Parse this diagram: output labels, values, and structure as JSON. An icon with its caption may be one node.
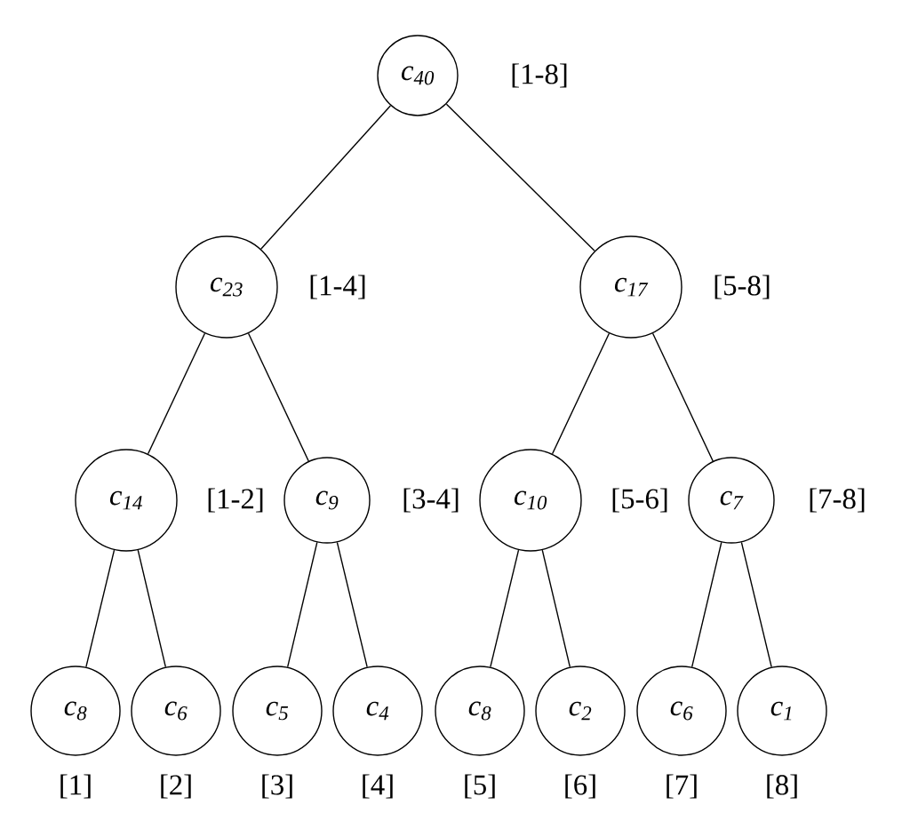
{
  "diagram": {
    "nodes": [
      {
        "text": [
          "c$_{40}$"
        ],
        "beside": [
          "[1-8]"
        ]
      },
      {
        "text": [
          "c$_{23}$"
        ],
        "beside": [
          "[1-4]"
        ]
      },
      {
        "text": [
          "c$_{17}$"
        ],
        "beside": [
          "[5-8]"
        ]
      },
      {
        "text": [
          "c$_{14}$"
        ],
        "beside": [
          "[1-2]"
        ]
      },
      {
        "text": [
          "c$_{9}$"
        ],
        "beside": [
          "[3-4]"
        ]
      },
      {
        "text": [
          "c$_{10}$"
        ],
        "beside": [
          "[5-6]"
        ]
      },
      {
        "text": [
          "c$_{7}$"
        ],
        "beside": [
          "[7-8]"
        ]
      },
      {
        "text": [
          "c$_{8}$"
        ],
        "beside": [
          "[1]"
        ]
      },
      {
        "text": [
          "c$_{6}$"
        ],
        "beside": [
          "[2]"
        ]
      },
      {
        "text": [
          "c$_{5}$"
        ],
        "beside": [
          "[3]"
        ]
      },
      {
        "text": [
          "c$_{4}$"
        ],
        "beside": [
          "[4]"
        ]
      },
      {
        "text": [
          "c$_{8}$"
        ],
        "beside": [
          "[5]"
        ]
      },
      {
        "text": [
          "c$_{2}$"
        ],
        "beside": [
          "[6]"
        ]
      },
      {
        "text": [
          "c$_{6}$"
        ],
        "beside": [
          "[7]"
        ]
      },
      {
        "text": [
          "c$_{1}$"
        ],
        "beside": [
          "[8]"
        ]
      }
    ],
    "edges": [
      {
        "from": 0,
        "to": 1,
        "arrow": "none"
      },
      {
        "from": 0,
        "to": 2,
        "arrow": "none"
      },
      {
        "from": 1,
        "to": 3,
        "arrow": "none"
      },
      {
        "from": 1,
        "to": 4,
        "arrow": "none"
      },
      {
        "from": 2,
        "to": 5,
        "arrow": "none"
      },
      {
        "from": 2,
        "to": 6,
        "arrow": "none"
      },
      {
        "from": 3,
        "to": 7,
        "arrow": "none"
      },
      {
        "from": 3,
        "to": 8,
        "arrow": "none"
      },
      {
        "from": 4,
        "to": 9,
        "arrow": "none"
      },
      {
        "from": 4,
        "to": 10,
        "arrow": "none"
      },
      {
        "from": 5,
        "to": 11,
        "arrow": "none"
      },
      {
        "from": 5,
        "to": 12,
        "arrow": "none"
      },
      {
        "from": 6,
        "to": 13,
        "arrow": "none"
      },
      {
        "from": 6,
        "to": 14,
        "arrow": "none"
      }
    ]
  }
}
